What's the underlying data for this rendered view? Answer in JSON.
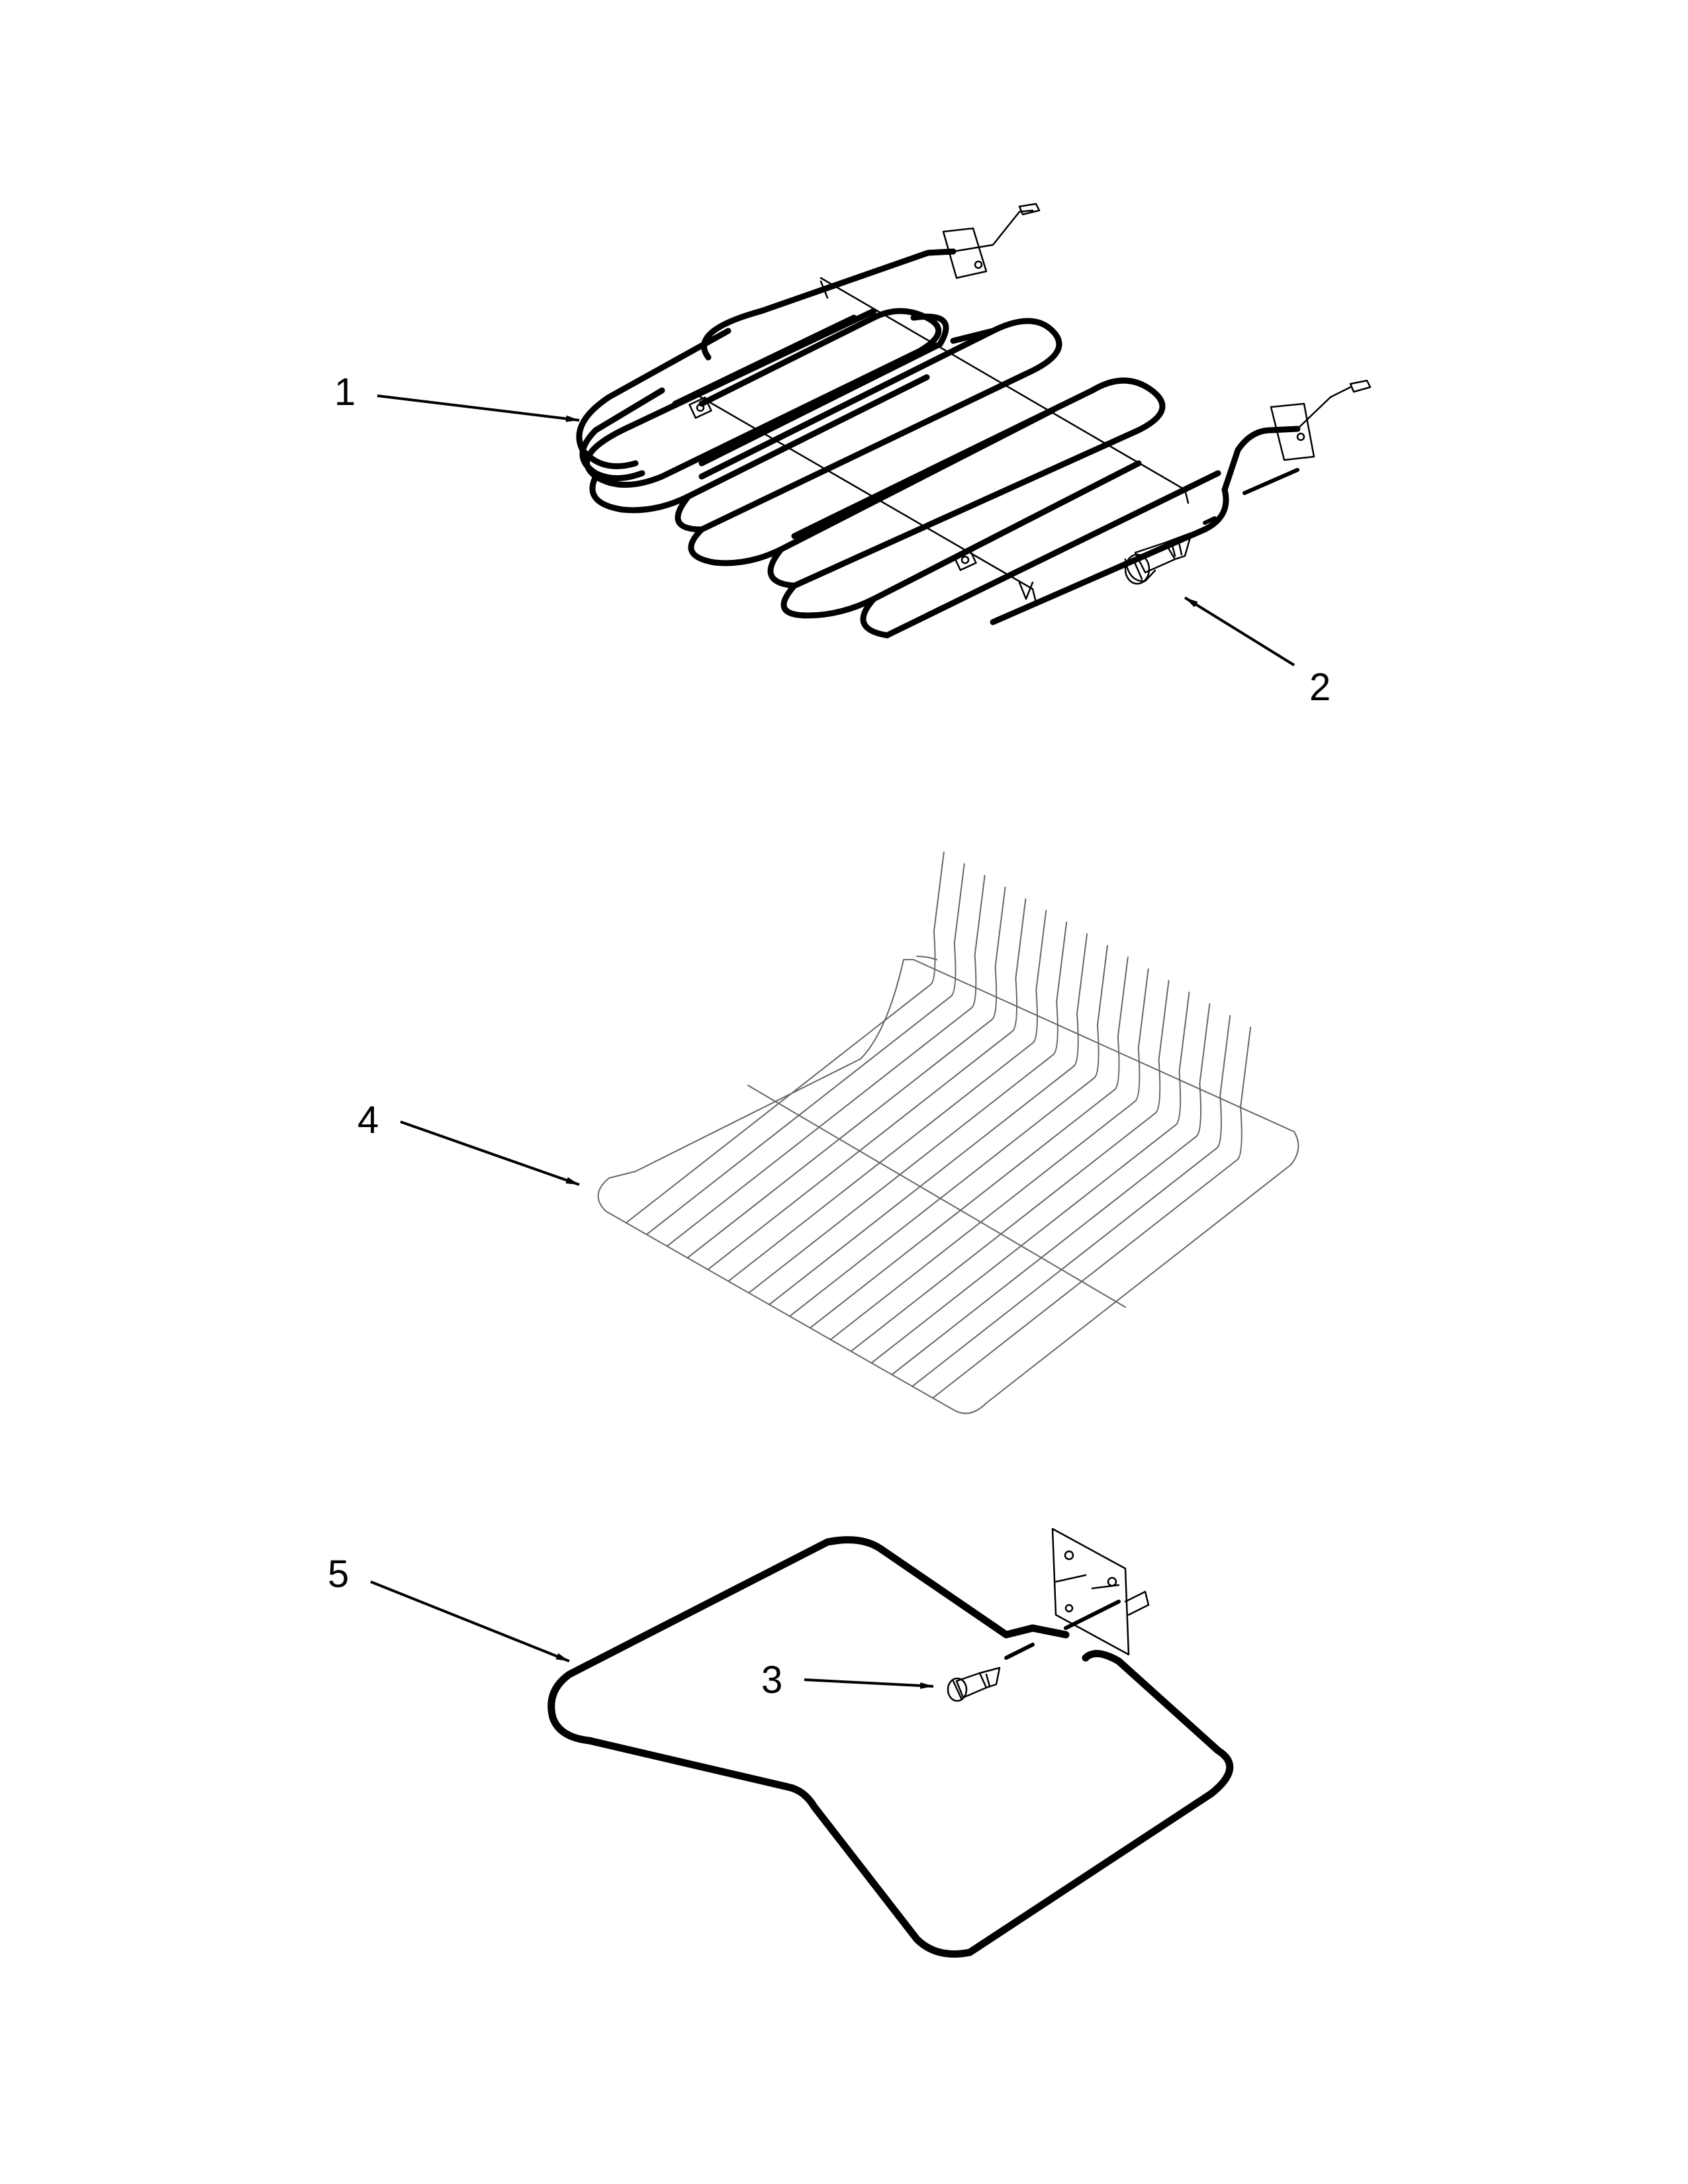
{
  "callouts": {
    "c1": "1",
    "c2": "2",
    "c3": "3",
    "c4": "4",
    "c5": "5"
  },
  "parts": [
    {
      "number": "1",
      "kind": "broil-element"
    },
    {
      "number": "2",
      "kind": "screw"
    },
    {
      "number": "3",
      "kind": "screw"
    },
    {
      "number": "4",
      "kind": "oven-rack"
    },
    {
      "number": "5",
      "kind": "bake-element"
    }
  ]
}
